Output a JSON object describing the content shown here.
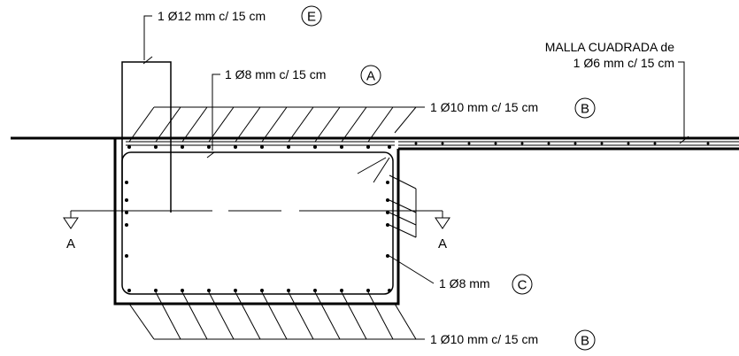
{
  "labels": {
    "stirrup_e": "1 Ø12 mm c/ 15 cm",
    "tag_e": "E",
    "bar_a": "1 Ø8 mm c/ 15 cm",
    "tag_a": "A",
    "mesh_line1": "MALLA CUADRADA de",
    "mesh_line2": "1 Ø6 mm c/ 15 cm",
    "bar_b_top": "1 Ø10 mm c/ 15 cm",
    "tag_b_top": "B",
    "bar_c": "1 Ø8 mm",
    "tag_c": "C",
    "bar_b_bottom": "1 Ø10 mm c/ 15 cm",
    "tag_b_bottom": "B",
    "section_left": "A",
    "section_right": "A"
  }
}
